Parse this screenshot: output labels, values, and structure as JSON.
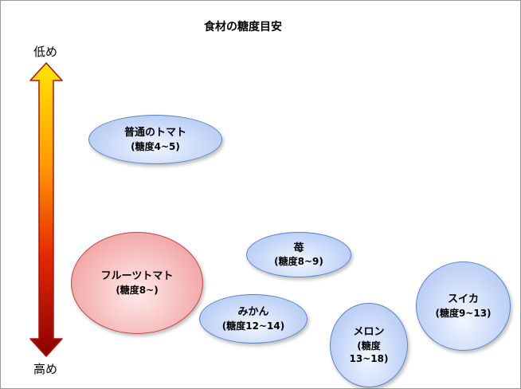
{
  "title": "食材の糖度目安",
  "axis": {
    "low_label": "低め",
    "high_label": "高め"
  },
  "colors": {
    "blue_fill": "#c7d8f8",
    "blue_border": "#5b84c9",
    "red_fill": "#f6b8b8",
    "red_border": "#c44444",
    "arrow_top": "#ffd400",
    "arrow_bottom": "#8b0000"
  },
  "bubbles": {
    "tomato": {
      "name": "普通のトマト",
      "detail": "(糖度4~5)"
    },
    "fruit_tomato": {
      "name": "フルーツトマト",
      "detail": "(糖度8~)"
    },
    "strawberry": {
      "name": "苺",
      "detail": "(糖度8~9)"
    },
    "mikan": {
      "name": "みかん",
      "detail": "(糖度12~14)"
    },
    "melon": {
      "name": "メロン",
      "detail_line1": "(糖度",
      "detail_line2": "13~18)"
    },
    "watermelon": {
      "name": "スイカ",
      "detail": "(糖度9~13)"
    }
  }
}
